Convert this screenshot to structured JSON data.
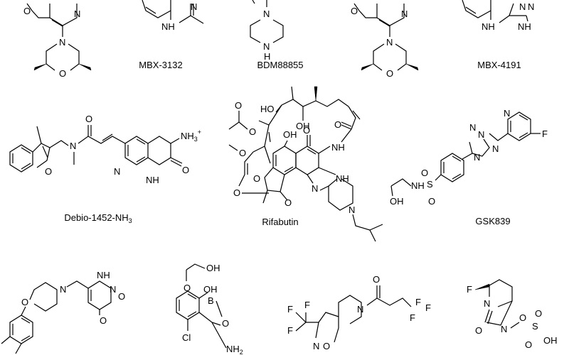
{
  "compounds": [
    {
      "name": "MBX-3132"
    },
    {
      "name": "BDM88855"
    },
    {
      "name": "MBX-4191"
    },
    {
      "name": "Debio-1452-NH",
      "subscript": "3"
    },
    {
      "name": "Rifabutin"
    },
    {
      "name": "GSK839"
    }
  ],
  "atoms": {
    "O": "O",
    "N": "N",
    "H": "H",
    "NH": "NH",
    "OH": "OH",
    "HO": "HO",
    "F": "F",
    "Cl": "Cl",
    "B": "B",
    "S": "S",
    "NH2": "NH",
    "NH3": "NH",
    "two": "2",
    "three": "3",
    "plus": "+"
  },
  "colors": {
    "ink": "#000000",
    "background": "#ffffff"
  }
}
